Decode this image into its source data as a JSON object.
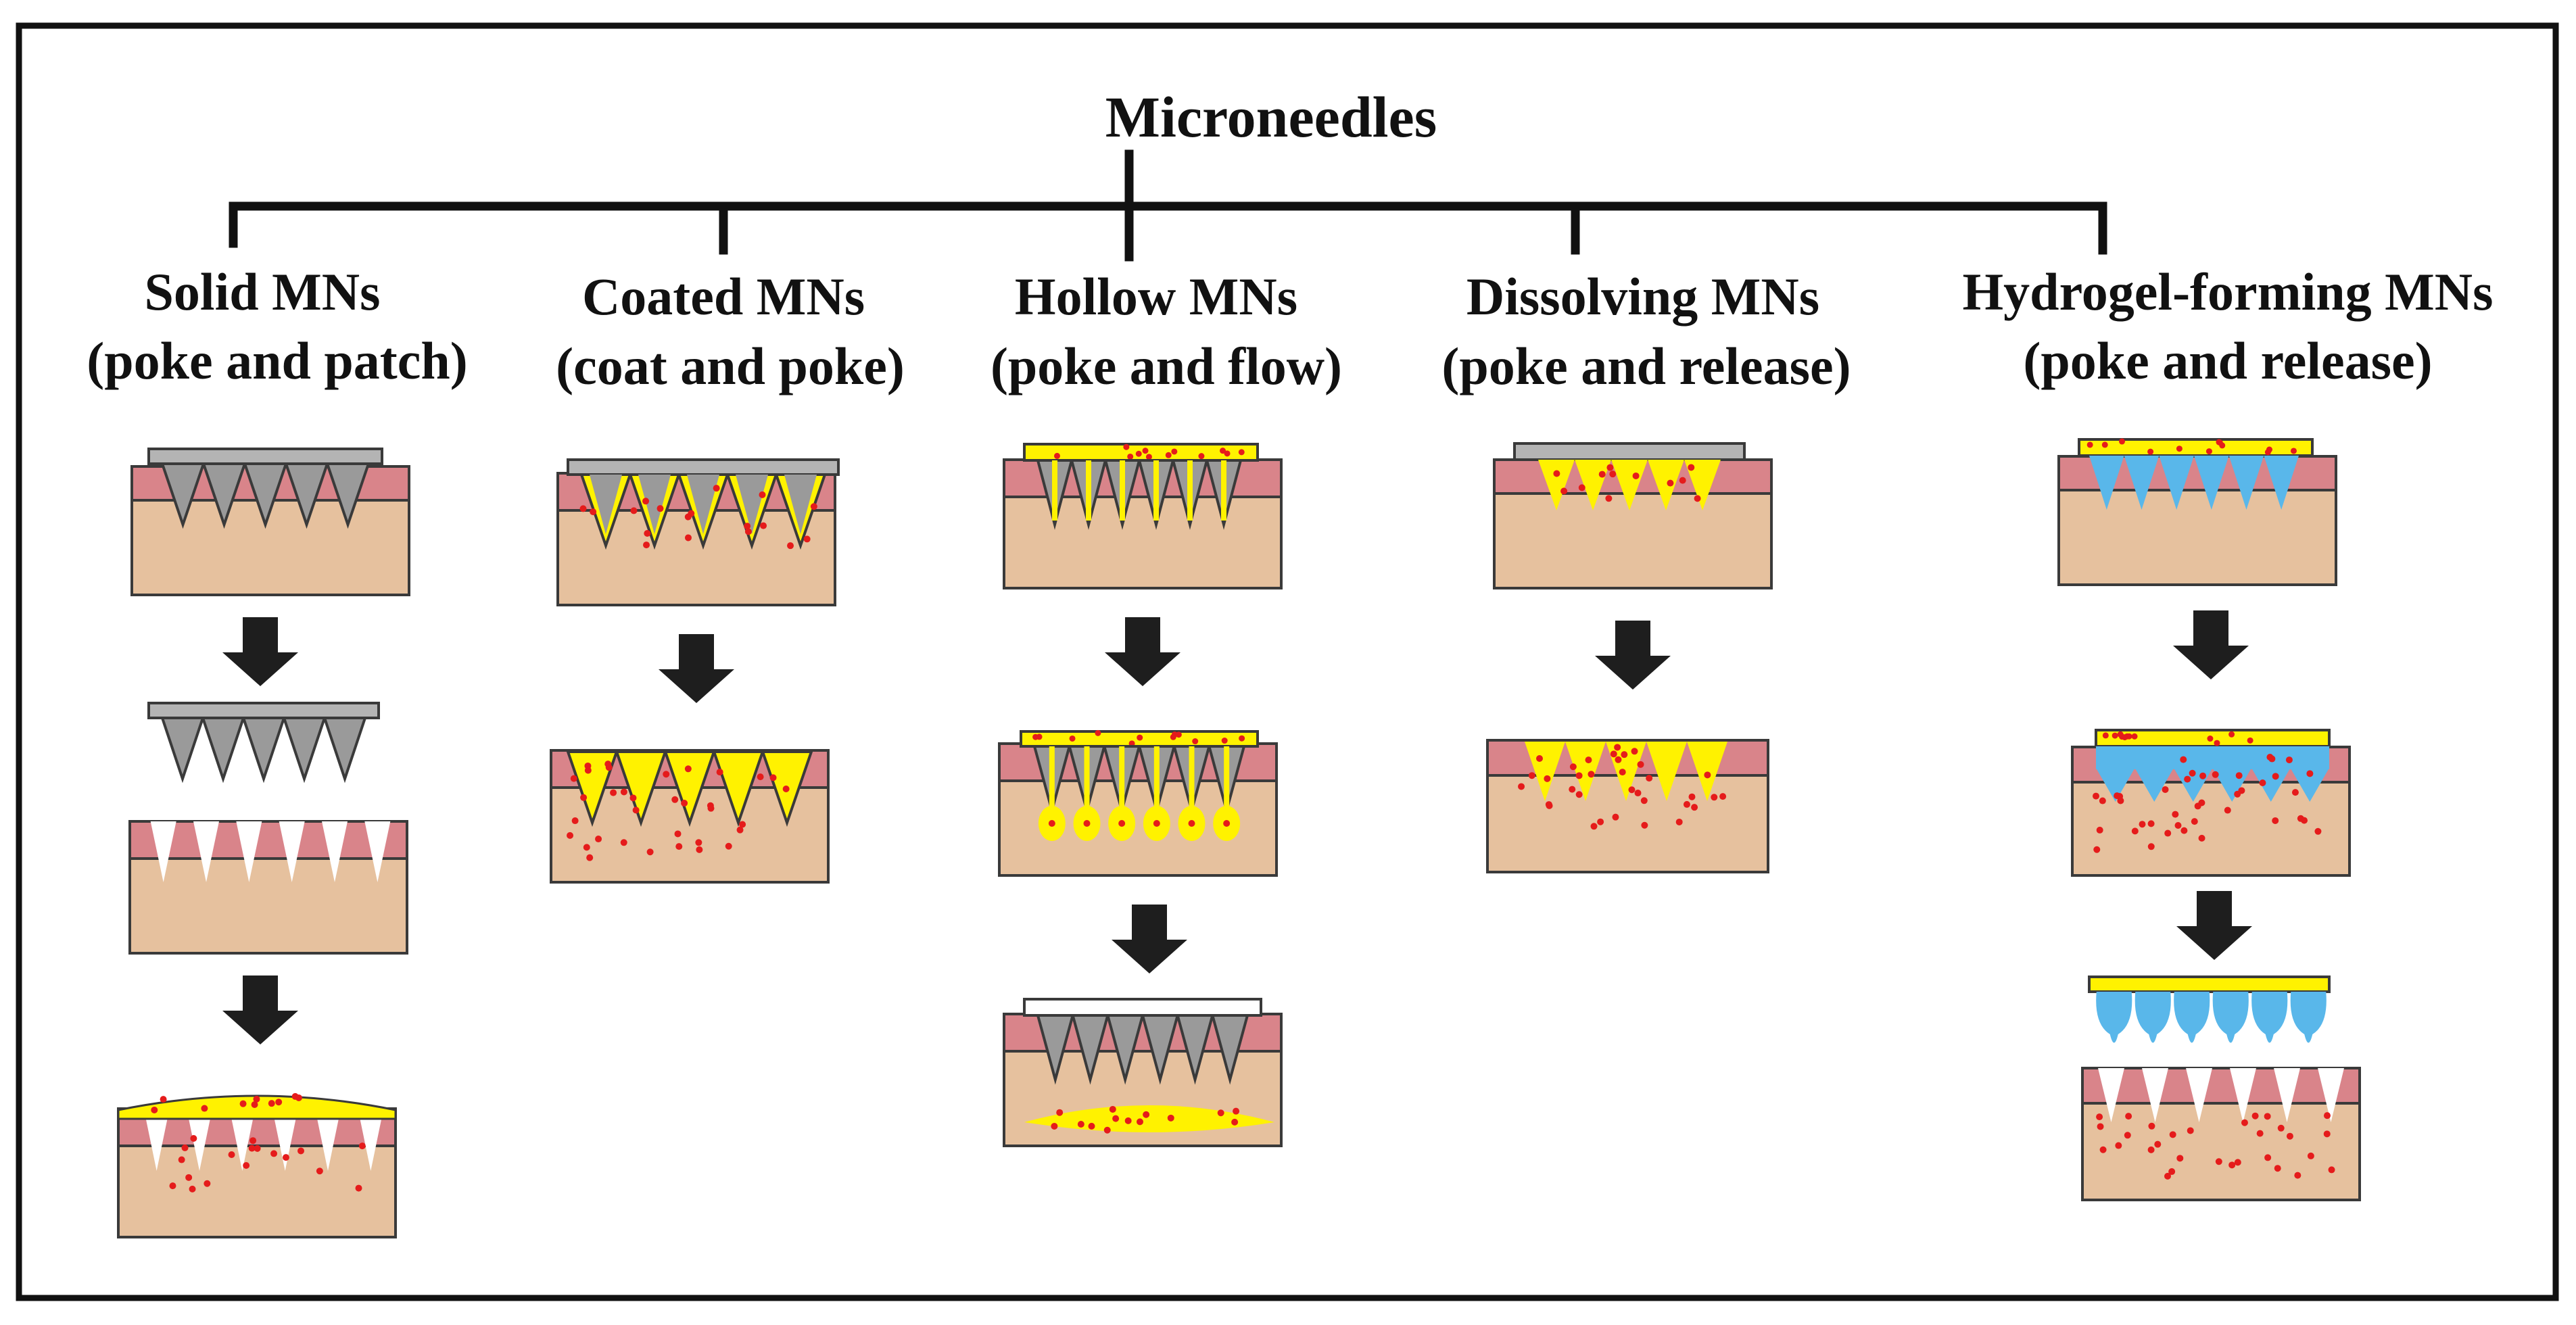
{
  "title": "Microneedles",
  "colors": {
    "skin_top": "#d9848a",
    "skin_body": "#e6c19e",
    "skin_outline": "#3a3a3a",
    "needle_gray": "#9a9a9a",
    "backing_gray": "#b4b4b4",
    "drug_yellow": "#fff200",
    "drug_dot_red": "#e51b1b",
    "hydrogel_blue": "#59b7ea",
    "arrow": "#1e1e1e",
    "frame": "#111111"
  },
  "columns": [
    {
      "id": "solid",
      "name": "Solid MNs",
      "mode": "(poke and patch)",
      "steps": [
        "solid-insert",
        "solid-remove",
        "solid-patch"
      ]
    },
    {
      "id": "coated",
      "name": "Coated MNs",
      "mode": "(coat and poke)",
      "steps": [
        "coated-insert",
        "coated-release"
      ]
    },
    {
      "id": "hollow",
      "name": "Hollow MNs",
      "mode": "(poke and flow)",
      "steps": [
        "hollow-insert",
        "hollow-flow",
        "hollow-diffuse"
      ]
    },
    {
      "id": "dissolving",
      "name": "Dissolving MNs",
      "mode": "(poke and release)",
      "steps": [
        "dissolving-insert",
        "dissolving-dissolved"
      ]
    },
    {
      "id": "hydrogel",
      "name": "Hydrogel-forming MNs",
      "mode": "(poke and release)",
      "steps": [
        "hydrogel-insert",
        "hydrogel-swell",
        "hydrogel-remove"
      ]
    }
  ]
}
